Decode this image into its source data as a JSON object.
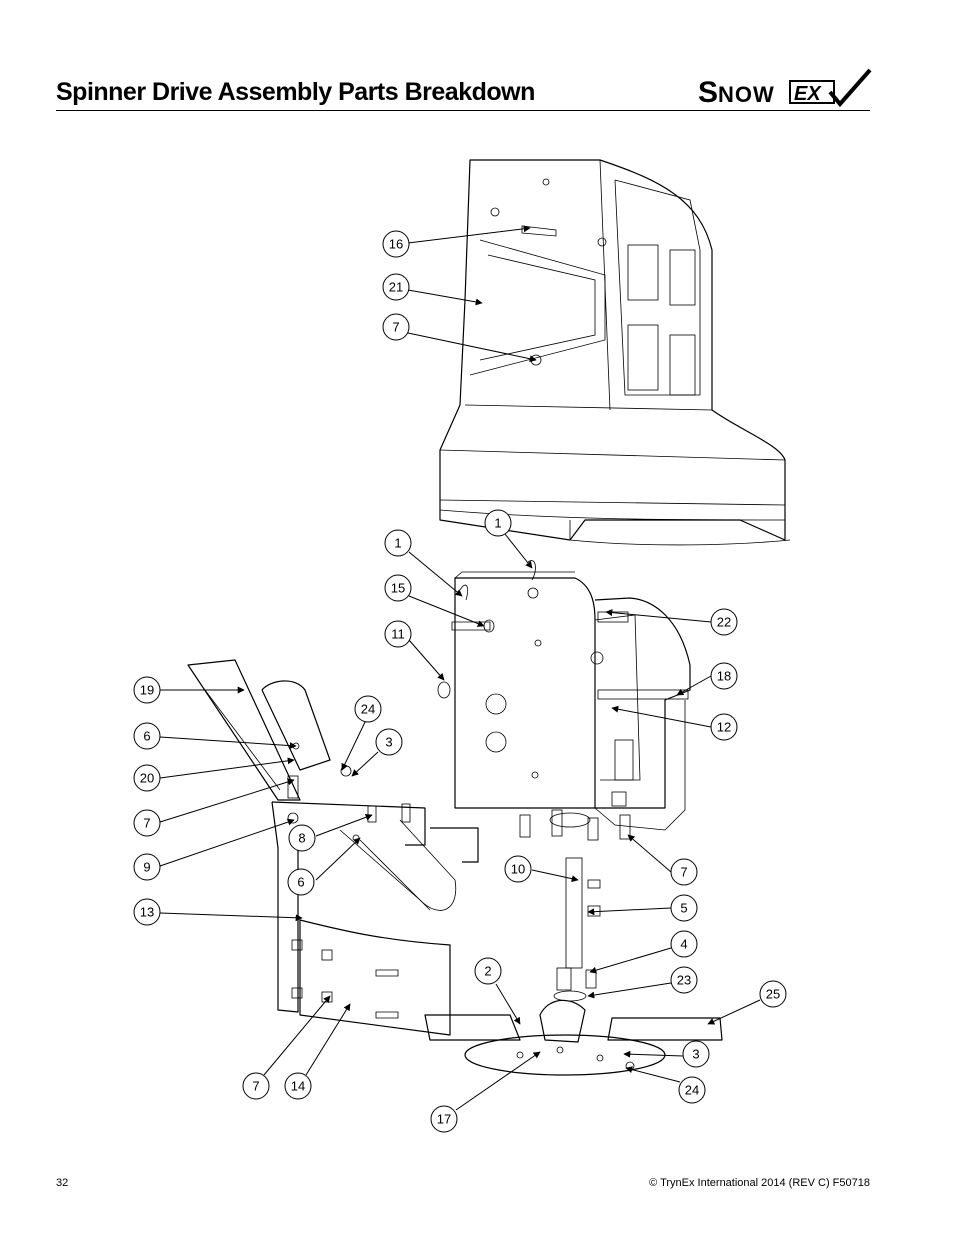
{
  "header": {
    "title": "Spinner Drive Assembly Parts Breakdown",
    "logo_text": "SNOWEX"
  },
  "footer": {
    "page_number": "32",
    "copyright": "© TrynEx International 2014 (REV C) F50718"
  },
  "callouts": [
    {
      "id": "c16",
      "label": "16"
    },
    {
      "id": "c21",
      "label": "21"
    },
    {
      "id": "c7a",
      "label": "7"
    },
    {
      "id": "c1a",
      "label": "1"
    },
    {
      "id": "c1b",
      "label": "1"
    },
    {
      "id": "c15",
      "label": "15"
    },
    {
      "id": "c22",
      "label": "22"
    },
    {
      "id": "c11",
      "label": "11"
    },
    {
      "id": "c18",
      "label": "18"
    },
    {
      "id": "c19",
      "label": "19"
    },
    {
      "id": "c12",
      "label": "12"
    },
    {
      "id": "c24a",
      "label": "24"
    },
    {
      "id": "c6a",
      "label": "6"
    },
    {
      "id": "c3a",
      "label": "3"
    },
    {
      "id": "c20",
      "label": "20"
    },
    {
      "id": "c7b",
      "label": "7"
    },
    {
      "id": "c8",
      "label": "8"
    },
    {
      "id": "c9",
      "label": "9"
    },
    {
      "id": "c6b",
      "label": "6"
    },
    {
      "id": "c10",
      "label": "10"
    },
    {
      "id": "c7c",
      "label": "7"
    },
    {
      "id": "c13",
      "label": "13"
    },
    {
      "id": "c5",
      "label": "5"
    },
    {
      "id": "c4",
      "label": "4"
    },
    {
      "id": "c2",
      "label": "2"
    },
    {
      "id": "c23",
      "label": "23"
    },
    {
      "id": "c25",
      "label": "25"
    },
    {
      "id": "c3b",
      "label": "3"
    },
    {
      "id": "c7d",
      "label": "7"
    },
    {
      "id": "c14",
      "label": "14"
    },
    {
      "id": "c24b",
      "label": "24"
    },
    {
      "id": "c17",
      "label": "17"
    }
  ]
}
